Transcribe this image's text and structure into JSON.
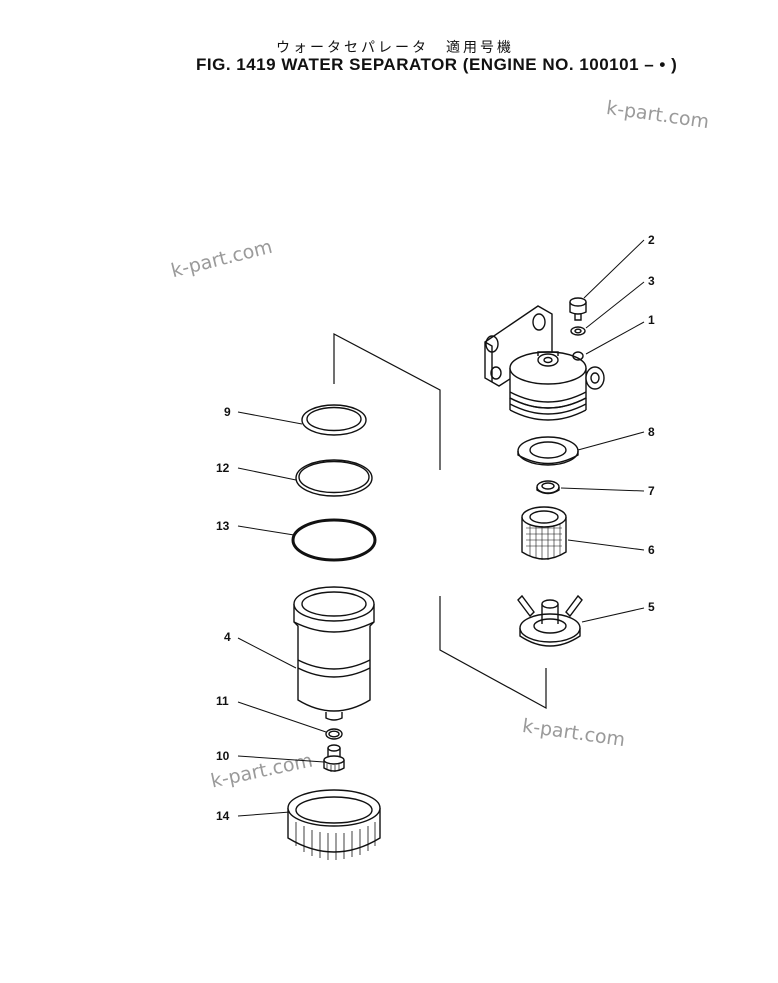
{
  "title": {
    "japanese": "ウォータセパレータ　適用号機",
    "english": "FIG. 1419  WATER SEPARATOR (ENGINE NO. 100101 –    •   )"
  },
  "watermarks": [
    "k-part.com",
    "k-part.com",
    "k-part.com",
    "k-part.com"
  ],
  "callouts": {
    "n1": "1",
    "n2": "2",
    "n3": "3",
    "n4": "4",
    "n5": "5",
    "n6": "6",
    "n7": "7",
    "n8": "8",
    "n9": "9",
    "n10": "10",
    "n11": "11",
    "n12": "12",
    "n13": "13",
    "n14": "14"
  }
}
